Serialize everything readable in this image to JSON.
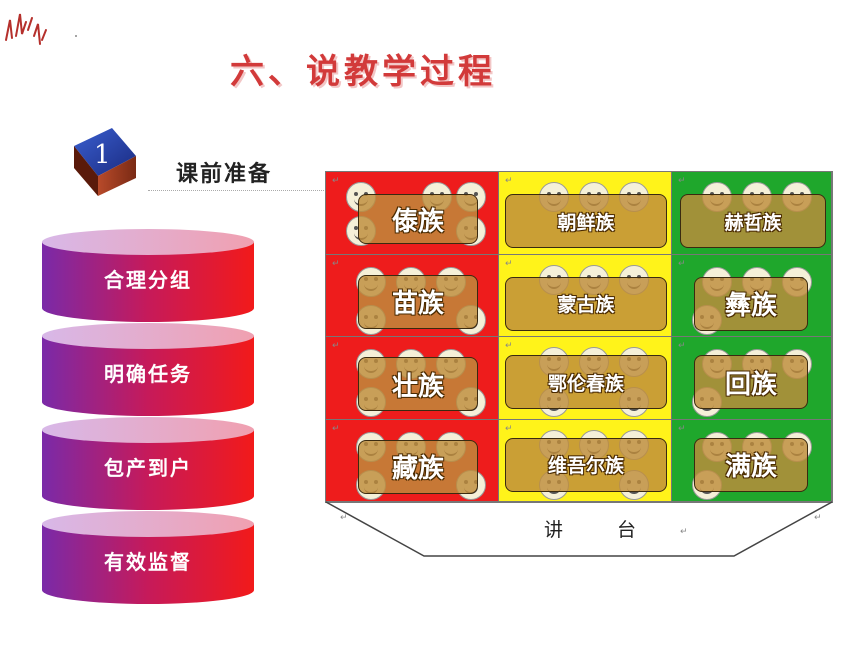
{
  "slide": {
    "title": "六、说教学过程",
    "badge_number": "1",
    "prep_label": "课前准备"
  },
  "steps": [
    {
      "label": "合理分组"
    },
    {
      "label": "明确任务"
    },
    {
      "label": "包产到户"
    },
    {
      "label": "有效监督"
    }
  ],
  "seating": {
    "colors": {
      "red": "#ee1c1c",
      "yellow": "#fff31a",
      "green": "#1fa72c"
    },
    "rows": [
      [
        "傣族",
        "朝鲜族",
        "赫哲族"
      ],
      [
        "苗族",
        "蒙古族",
        "彝族"
      ],
      [
        "壮族",
        "鄂伦春族",
        "回族"
      ],
      [
        "藏族",
        "维吾尔族",
        "满族"
      ]
    ],
    "podium_label": "讲 台"
  }
}
